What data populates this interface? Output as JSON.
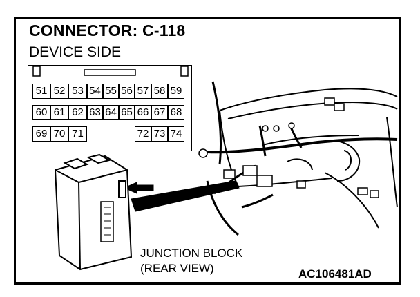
{
  "diagram": {
    "title": "CONNECTOR: C-118",
    "subtitle": "DEVICE SIDE",
    "connector_rows": [
      [
        "51",
        "52",
        "53",
        "54",
        "55",
        "56",
        "57",
        "58",
        "59"
      ],
      [
        "60",
        "61",
        "62",
        "63",
        "64",
        "65",
        "66",
        "67",
        "68"
      ],
      [
        "69",
        "70",
        "71",
        "",
        "",
        "",
        "72",
        "73",
        "74"
      ]
    ],
    "component_label_line1": "JUNCTION BLOCK",
    "component_label_line2": "(REAR VIEW)",
    "figure_code": "AC106481AD"
  }
}
